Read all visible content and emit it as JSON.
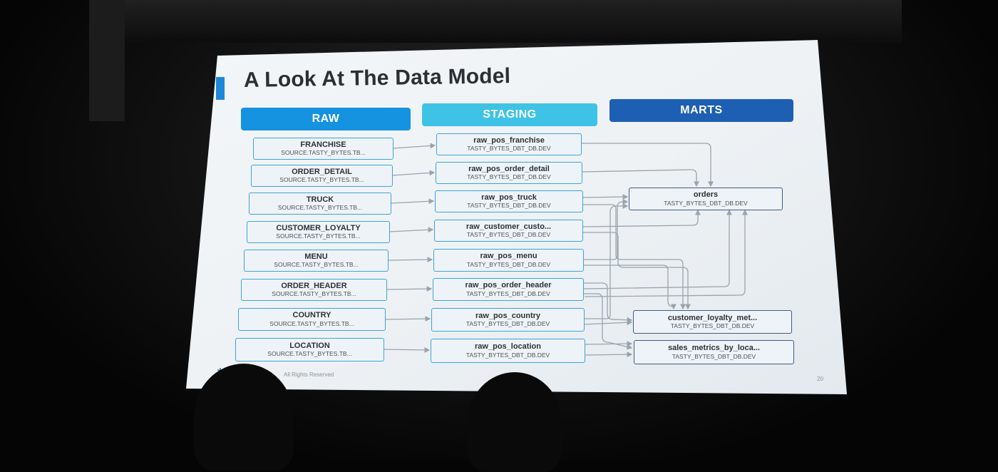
{
  "slide": {
    "title": "A Look At The Data Model",
    "footer": "All Rights Reserved",
    "page_number": "20",
    "columns": {
      "raw": "RAW",
      "staging": "STAGING",
      "marts": "MARTS"
    },
    "raw_models": [
      {
        "name": "FRANCHISE",
        "source": "SOURCE.TASTY_BYTES.TB..."
      },
      {
        "name": "ORDER_DETAIL",
        "source": "SOURCE.TASTY_BYTES.TB..."
      },
      {
        "name": "TRUCK",
        "source": "SOURCE.TASTY_BYTES.TB..."
      },
      {
        "name": "CUSTOMER_LOYALTY",
        "source": "SOURCE.TASTY_BYTES.TB..."
      },
      {
        "name": "MENU",
        "source": "SOURCE.TASTY_BYTES.TB..."
      },
      {
        "name": "ORDER_HEADER",
        "source": "SOURCE.TASTY_BYTES.TB..."
      },
      {
        "name": "COUNTRY",
        "source": "SOURCE.TASTY_BYTES.TB..."
      },
      {
        "name": "LOCATION",
        "source": "SOURCE.TASTY_BYTES.TB..."
      }
    ],
    "staging_models": [
      {
        "name": "raw_pos_franchise",
        "source": "TASTY_BYTES_DBT_DB.DEV"
      },
      {
        "name": "raw_pos_order_detail",
        "source": "TASTY_BYTES_DBT_DB.DEV"
      },
      {
        "name": "raw_pos_truck",
        "source": "TASTY_BYTES_DBT_DB.DEV"
      },
      {
        "name": "raw_customer_custo...",
        "source": "TASTY_BYTES_DBT_DB.DEV"
      },
      {
        "name": "raw_pos_menu",
        "source": "TASTY_BYTES_DBT_DB.DEV"
      },
      {
        "name": "raw_pos_order_header",
        "source": "TASTY_BYTES_DBT_DB.DEV"
      },
      {
        "name": "raw_pos_country",
        "source": "TASTY_BYTES_DBT_DB.DEV"
      },
      {
        "name": "raw_pos_location",
        "source": "TASTY_BYTES_DBT_DB.DEV"
      }
    ],
    "mart_models": [
      {
        "name": "orders",
        "source": "TASTY_BYTES_DBT_DB.DEV"
      },
      {
        "name": "customer_loyalty_met...",
        "source": "TASTY_BYTES_DBT_DB.DEV"
      },
      {
        "name": "sales_metrics_by_loca...",
        "source": "TASTY_BYTES_DBT_DB.DEV"
      }
    ],
    "colors": {
      "raw": "#1592e0",
      "staging": "#3ec3e6",
      "marts": "#1d5fb3",
      "node_border": "#3ea4d6",
      "edge": "#9aa3ad"
    }
  }
}
